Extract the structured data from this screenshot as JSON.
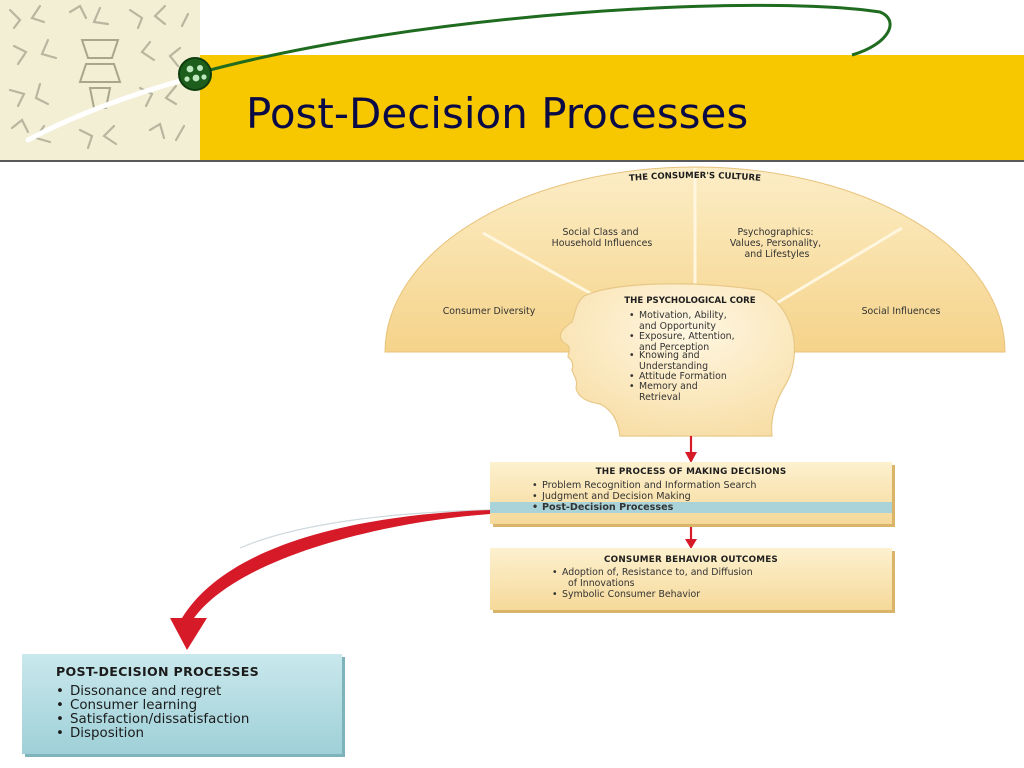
{
  "slide": {
    "title": "Post-Decision Processes"
  },
  "culture": {
    "label": "THE CONSUMER'S CULTURE",
    "segments": [
      {
        "id": "consumer-diversity",
        "lines": [
          "Consumer Diversity"
        ]
      },
      {
        "id": "social-class",
        "lines": [
          "Social Class and",
          "Household Influences"
        ]
      },
      {
        "id": "psychographics",
        "lines": [
          "Psychographics:",
          "Values, Personality,",
          "and Lifestyles"
        ]
      },
      {
        "id": "social-influences",
        "lines": [
          "Social Influences"
        ]
      }
    ]
  },
  "psychological_core": {
    "heading": "THE PSYCHOLOGICAL CORE",
    "items": [
      [
        "Motivation, Ability,",
        "and Opportunity"
      ],
      [
        "Exposure, Attention,",
        "and Perception"
      ],
      [
        "Knowing and",
        "Understanding"
      ],
      [
        "Attitude Formation"
      ],
      [
        "Memory and",
        "Retrieval"
      ]
    ]
  },
  "decisions": {
    "heading": "THE PROCESS OF MAKING DECISIONS",
    "items": [
      "Problem Recognition and Information Search",
      "Judgment and Decision Making",
      "Post-Decision Processes"
    ]
  },
  "outcomes": {
    "heading": "CONSUMER BEHAVIOR OUTCOMES",
    "items": [
      "Adoption of, Resistance to, and Diffusion",
      "of Innovations",
      "Symbolic Consumer Behavior"
    ]
  },
  "post_decision": {
    "heading": "POST-DECISION PROCESSES",
    "items": [
      "Dissonance and regret",
      "Consumer learning",
      "Satisfaction/dissatisfaction",
      "Disposition"
    ]
  },
  "colors": {
    "header_yellow": "#f7c800",
    "title_navy": "#0a0a46",
    "arc_fill": "#f9dc9c",
    "head_fill": "#fcebc3",
    "box_fill": "#fbe6b5",
    "highlight_teal": "#a9d3d9",
    "arrow_red": "#d71a28",
    "swoosh_green": "#1f6b1f"
  }
}
